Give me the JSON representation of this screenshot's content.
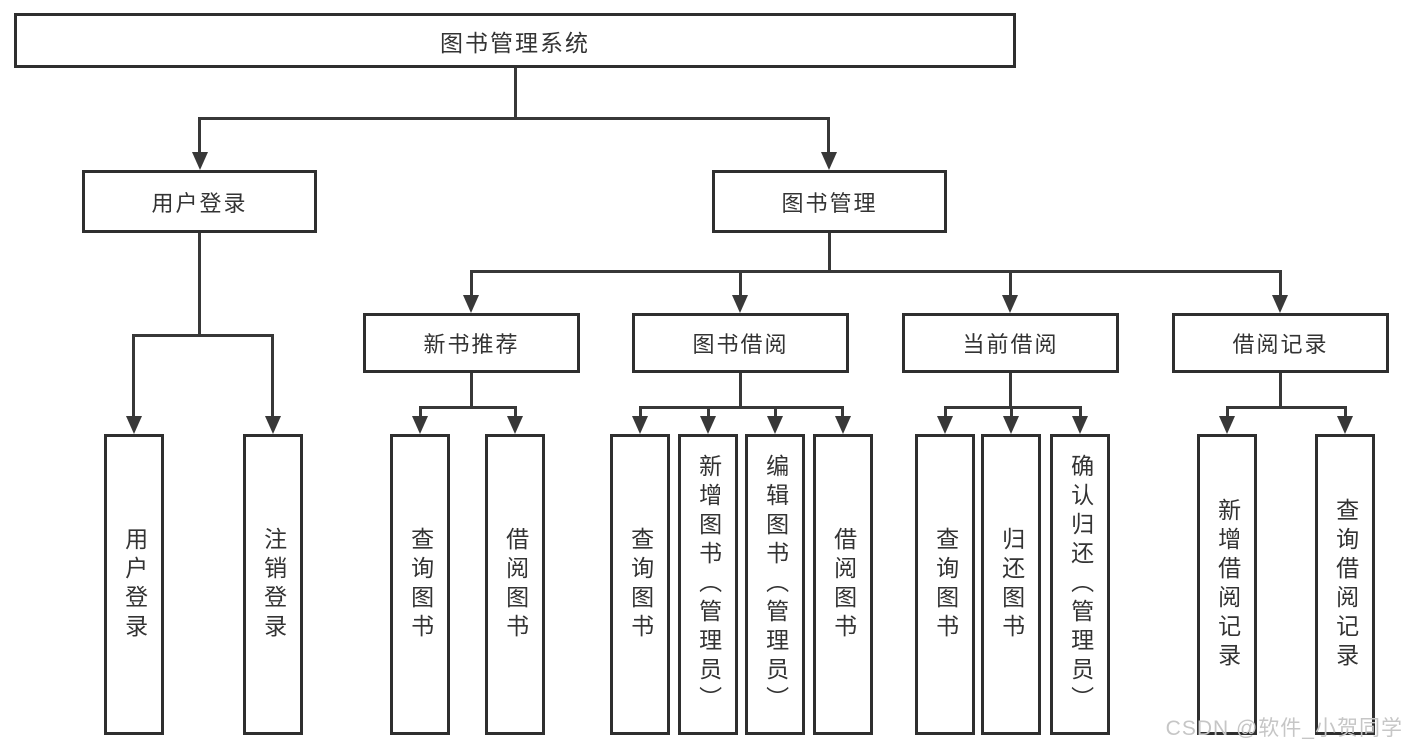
{
  "diagram_type": "hierarchy-tree",
  "tree": {
    "label": "图书管理系统",
    "children": [
      {
        "label": "用户登录",
        "children": [
          {
            "label": "用户登录"
          },
          {
            "label": "注销登录"
          }
        ]
      },
      {
        "label": "图书管理",
        "children": [
          {
            "label": "新书推荐",
            "children": [
              {
                "label": "查询图书"
              },
              {
                "label": "借阅图书"
              }
            ]
          },
          {
            "label": "图书借阅",
            "children": [
              {
                "label": "查询图书"
              },
              {
                "label": "新增图书（管理员）"
              },
              {
                "label": "编辑图书（管理员）"
              },
              {
                "label": "借阅图书"
              }
            ]
          },
          {
            "label": "当前借阅",
            "children": [
              {
                "label": "查询图书"
              },
              {
                "label": "归还图书"
              },
              {
                "label": "确认归还（管理员）"
              }
            ]
          },
          {
            "label": "借阅记录",
            "children": [
              {
                "label": "新增借阅记录"
              },
              {
                "label": "查询借阅记录"
              }
            ]
          }
        ]
      }
    ]
  },
  "watermark": {
    "text": "CSDN @软件_小贺同学"
  },
  "colors": {
    "line": "#383838",
    "box_border": "#2f2f2f",
    "text": "#333333",
    "watermark": "#c6c6c6",
    "background": "#ffffff"
  }
}
